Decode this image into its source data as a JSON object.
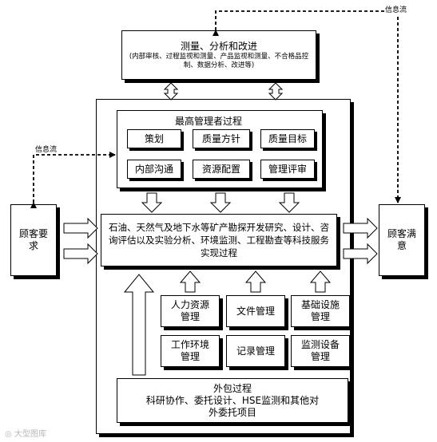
{
  "measure": {
    "title": "测量、分析和改进",
    "detail": "(内部审核、过程监视和测量、产品监视和测量、不合格品控制、数据分析、改进等)"
  },
  "info_flow_label_top": "信息流",
  "info_flow_label_left": "信息流",
  "management": {
    "title": "最高管理者过程",
    "items": [
      "策划",
      "质量方针",
      "质量目标",
      "内部沟通",
      "资源配置",
      "管理评审"
    ]
  },
  "customer_req": "顾客要求",
  "customer_sat": "顾客满意",
  "realization": "石油、天然气及地下水等矿产勘探开发研究、设计、咨询评估以及实验分析、环境监测、工程勘查等科技服务实现过程",
  "resources": [
    "人力资源管理",
    "文件管理",
    "基础设施管理",
    "工作环境管理",
    "记录管理",
    "监测设备管理"
  ],
  "outsourcing": {
    "title": "外包过程",
    "detail": "科研协作、委托设计、HSE监测和其他对外委托项目"
  },
  "watermark": "大型图库"
}
